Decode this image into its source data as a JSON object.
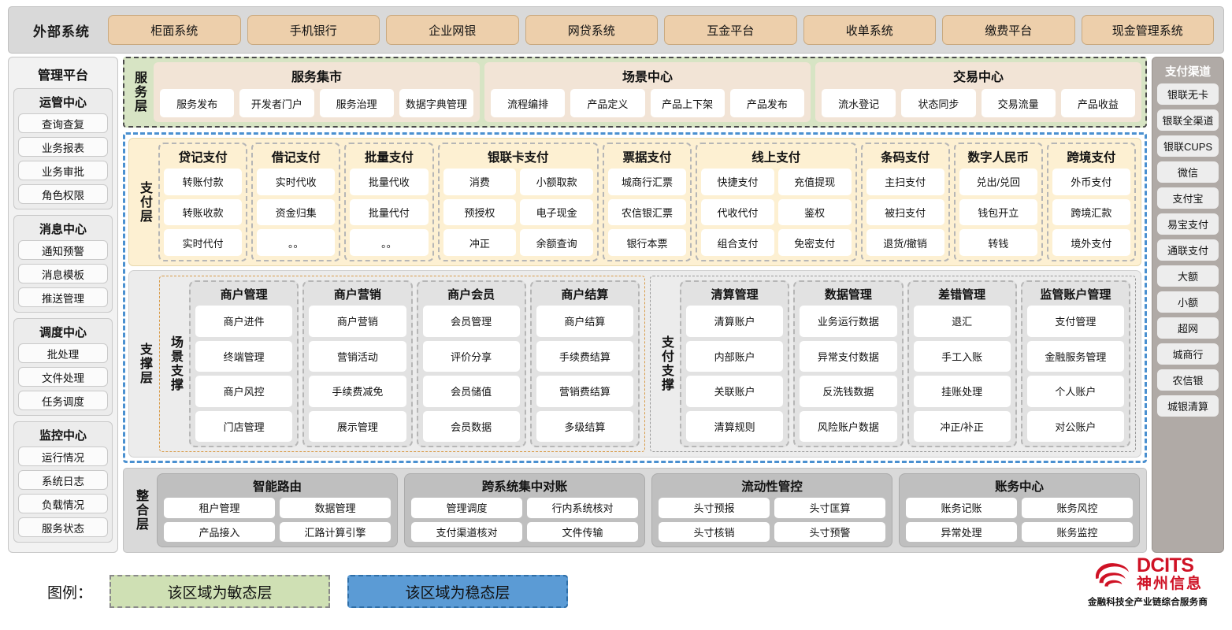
{
  "external": {
    "title": "外部系统",
    "items": [
      "柜面系统",
      "手机银行",
      "企业网银",
      "网贷系统",
      "互金平台",
      "收单系统",
      "缴费平台",
      "现金管理系统"
    ]
  },
  "management": {
    "title": "管理平台",
    "groups": [
      {
        "title": "运管中心",
        "items": [
          "查询查复",
          "业务报表",
          "业务审批",
          "角色权限"
        ]
      },
      {
        "title": "消息中心",
        "items": [
          "通知预警",
          "消息模板",
          "推送管理"
        ]
      },
      {
        "title": "调度中心",
        "items": [
          "批处理",
          "文件处理",
          "任务调度"
        ]
      },
      {
        "title": "监控中心",
        "items": [
          "运行情况",
          "系统日志",
          "负载情况",
          "服务状态"
        ]
      }
    ]
  },
  "service_layer": {
    "label": "服务层",
    "boxes": [
      {
        "title": "服务集市",
        "items": [
          "服务发布",
          "开发者门户",
          "服务治理",
          "数据字典管理"
        ]
      },
      {
        "title": "场景中心",
        "items": [
          "流程编排",
          "产品定义",
          "产品上下架",
          "产品发布"
        ]
      },
      {
        "title": "交易中心",
        "items": [
          "流水登记",
          "状态同步",
          "交易流量",
          "产品收益"
        ]
      }
    ]
  },
  "payment_layer": {
    "label": "支付层",
    "columns": [
      {
        "title": "贷记支付",
        "cols": 1,
        "items": [
          "转账付款",
          "转账收款",
          "实时代付"
        ]
      },
      {
        "title": "借记支付",
        "cols": 1,
        "items": [
          "实时代收",
          "资金归集",
          "。。"
        ]
      },
      {
        "title": "批量支付",
        "cols": 1,
        "items": [
          "批量代收",
          "批量代付",
          "。。"
        ]
      },
      {
        "title": "银联卡支付",
        "cols": 2,
        "items": [
          "消费",
          "小额取款",
          "预授权",
          "电子现金",
          "冲正",
          "余额查询"
        ]
      },
      {
        "title": "票据支付",
        "cols": 1,
        "items": [
          "城商行汇票",
          "农信银汇票",
          "银行本票"
        ]
      },
      {
        "title": "线上支付",
        "cols": 2,
        "items": [
          "快捷支付",
          "充值提现",
          "代收代付",
          "鉴权",
          "组合支付",
          "免密支付"
        ]
      },
      {
        "title": "条码支付",
        "cols": 1,
        "items": [
          "主扫支付",
          "被扫支付",
          "退货/撤销"
        ]
      },
      {
        "title": "数字人民币",
        "cols": 1,
        "items": [
          "兑出/兑回",
          "钱包开立",
          "转钱"
        ]
      },
      {
        "title": "跨境支付",
        "cols": 1,
        "items": [
          "外币支付",
          "跨境汇款",
          "境外支付"
        ]
      }
    ]
  },
  "support_layer": {
    "label": "支撑层",
    "scene": {
      "label": "场景支撑",
      "columns": [
        {
          "title": "商户管理",
          "items": [
            "商户进件",
            "终端管理",
            "商户风控",
            "门店管理"
          ]
        },
        {
          "title": "商户营销",
          "items": [
            "商户营销",
            "营销活动",
            "手续费减免",
            "展示管理"
          ]
        },
        {
          "title": "商户会员",
          "items": [
            "会员管理",
            "评价分享",
            "会员储值",
            "会员数据"
          ]
        },
        {
          "title": "商户结算",
          "items": [
            "商户结算",
            "手续费结算",
            "营销费结算",
            "多级结算"
          ]
        }
      ]
    },
    "paysupport": {
      "label": "支付支撑",
      "columns": [
        {
          "title": "清算管理",
          "items": [
            "清算账户",
            "内部账户",
            "关联账户",
            "清算规则"
          ]
        },
        {
          "title": "数据管理",
          "items": [
            "业务运行数据",
            "异常支付数据",
            "反洗钱数据",
            "风险账户数据"
          ]
        },
        {
          "title": "差错管理",
          "items": [
            "退汇",
            "手工入账",
            "挂账处理",
            "冲正/补正"
          ]
        },
        {
          "title": "监管账户管理",
          "items": [
            "支付管理",
            "金融服务管理",
            "个人账户",
            "对公账户"
          ]
        }
      ]
    }
  },
  "integration_layer": {
    "label": "整合层",
    "boxes": [
      {
        "title": "智能路由",
        "rows": [
          [
            "租户管理",
            "数据管理"
          ],
          [
            "产品接入",
            "汇路计算引擎"
          ]
        ]
      },
      {
        "title": "跨系统集中对账",
        "rows": [
          [
            "管理调度",
            "行内系统核对"
          ],
          [
            "支付渠道核对",
            "文件传输"
          ]
        ]
      },
      {
        "title": "流动性管控",
        "rows": [
          [
            "头寸预报",
            "头寸匡算"
          ],
          [
            "头寸核销",
            "头寸预警"
          ]
        ]
      },
      {
        "title": "账务中心",
        "rows": [
          [
            "账务记账",
            "账务风控"
          ],
          [
            "异常处理",
            "账务监控"
          ]
        ]
      }
    ]
  },
  "channels": {
    "title": "支付渠道",
    "items": [
      "银联无卡",
      "银联全渠道",
      "银联CUPS",
      "微信",
      "支付宝",
      "易宝支付",
      "通联支付",
      "大额",
      "小额",
      "超网",
      "城商行",
      "农信银",
      "城银清算"
    ]
  },
  "legend": {
    "label": "图例：",
    "agile": "该区域为敏态层",
    "stable": "该区域为稳态层"
  },
  "logo": {
    "en": "DCITS",
    "cn": "神州信息",
    "tagline": "金融科技全产业链综合服务商"
  },
  "colors": {
    "agile_green": "#d7e4c4",
    "stable_blue": "#5b9bd5",
    "external_chip": "#edcfab",
    "payment_cream": "#fdf0d2",
    "brand_red": "#cf1225"
  }
}
